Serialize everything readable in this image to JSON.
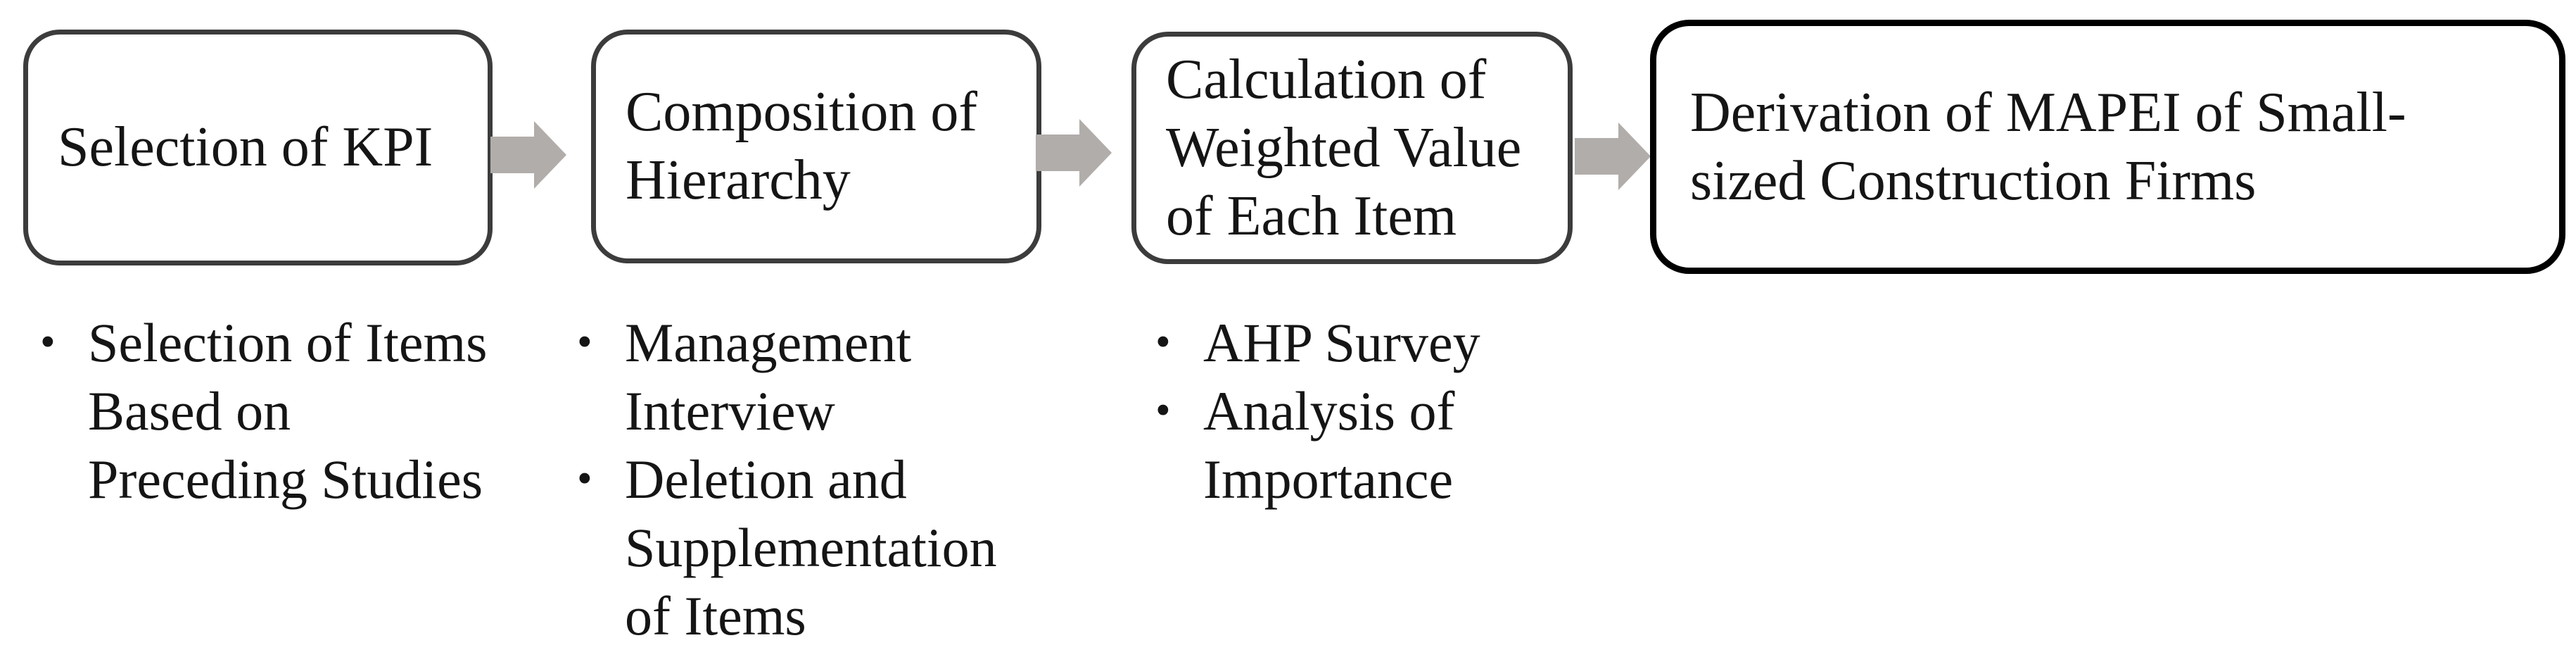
{
  "flowchart": {
    "bullet_char": "•",
    "colors": {
      "arrow": "#b1adaa",
      "step_border": "#3c3c3c",
      "final_border": "#000000",
      "text": "#151515",
      "background": "#ffffff"
    },
    "steps": [
      {
        "title_lines": [
          "Selection of KPI"
        ],
        "bullets": [
          "Selection of Items\nBased on\nPreceding Studies"
        ]
      },
      {
        "title_lines": [
          "Composition of",
          "Hierarchy"
        ],
        "bullets": [
          "Management\nInterview",
          "Deletion and\nSupplementation\nof Items"
        ]
      },
      {
        "title_lines": [
          "Calculation of",
          "Weighted Value",
          "of Each Item"
        ],
        "bullets": [
          "AHP Survey",
          "Analysis of\nImportance"
        ]
      },
      {
        "title_lines": [
          "Derivation of MAPEI of Small-",
          "sized Construction Firms"
        ],
        "bullets": []
      }
    ]
  }
}
